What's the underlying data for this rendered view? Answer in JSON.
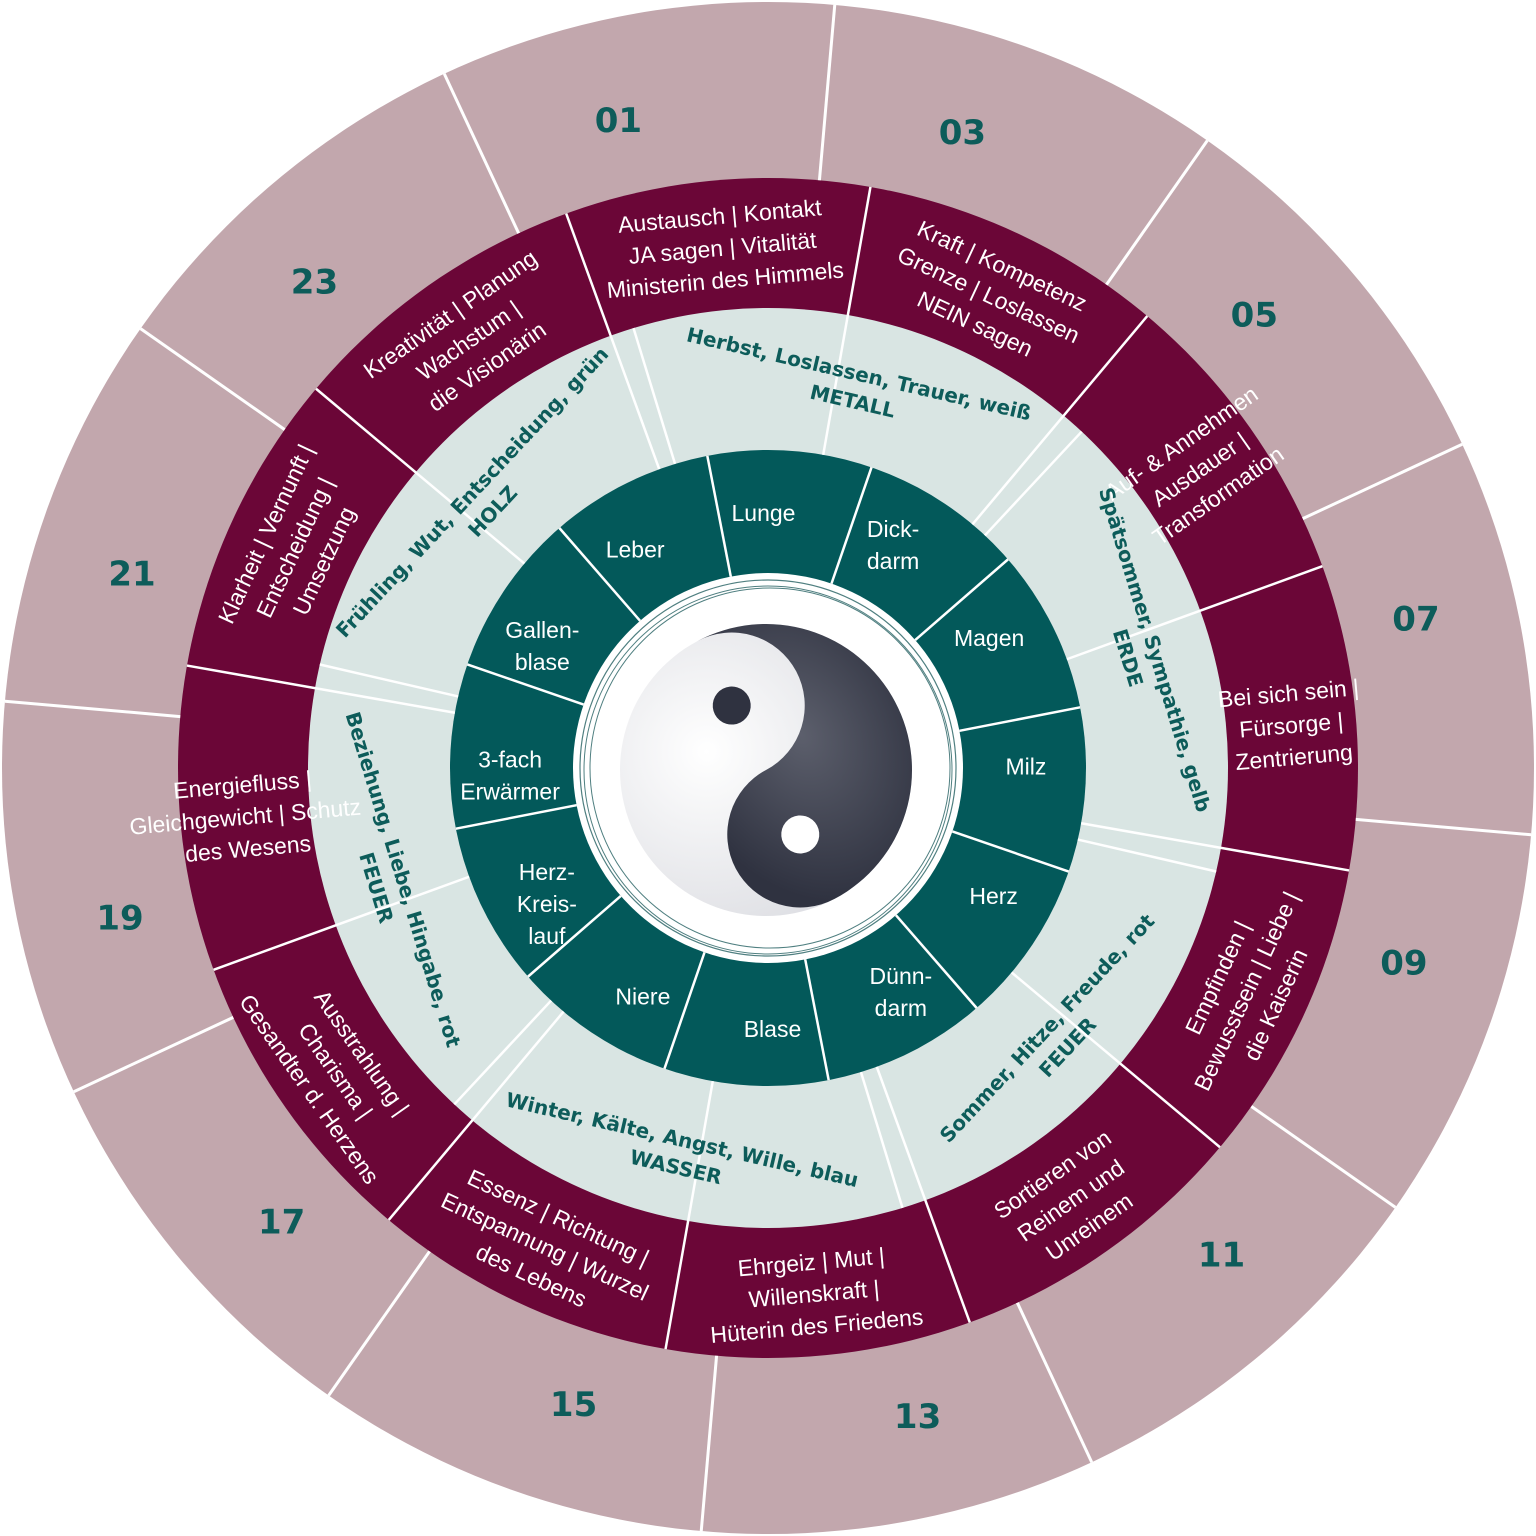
{
  "colors": {
    "outer_ring": "#c2a7ad",
    "quality_ring": "#6b0637",
    "element_ring": "#d9e5e3",
    "organ_ring": "#03595a",
    "center": "#ffffff",
    "accent_text": "#0d5c5a",
    "divider": "#ffffff"
  },
  "hours": [
    "01",
    "03",
    "05",
    "07",
    "09",
    "11",
    "13",
    "15",
    "17",
    "19",
    "21",
    "23"
  ],
  "qualities": [
    {
      "lines": [
        "Austausch | Kontakt",
        "JA sagen | Vitalität",
        "Ministerin des Himmels"
      ]
    },
    {
      "lines": [
        "Kraft | Kompetenz",
        "Grenze | Loslassen",
        "NEIN sagen"
      ]
    },
    {
      "lines": [
        "Auf- & Annehmen",
        "Ausdauer |",
        "Transformation"
      ]
    },
    {
      "lines": [
        "Bei sich sein |",
        "Fürsorge |",
        "Zentrierung"
      ]
    },
    {
      "lines": [
        "Empfinden |",
        "Bewusstsein | Liebe |",
        "die Kaiserin"
      ]
    },
    {
      "lines": [
        "Sortieren von",
        "Reinem und",
        "Unreinem"
      ]
    },
    {
      "lines": [
        "Ehrgeiz | Mut |",
        "Willenskraft |",
        "Hüterin des Friedens"
      ]
    },
    {
      "lines": [
        "Essenz | Richtung |",
        "Entspannung | Wurzel",
        "des Lebens"
      ]
    },
    {
      "lines": [
        "Ausstrahlung |",
        "Charisma |",
        "Gesandter d. Herzens"
      ]
    },
    {
      "lines": [
        "Energiefluss |",
        "Gleichgewicht | Schutz",
        "des Wesens"
      ]
    },
    {
      "lines": [
        "Klarheit | Vernunft |",
        "Entscheidung |",
        "Umsetzung"
      ]
    },
    {
      "lines": [
        "Kreativität | Planung",
        "Wachstum |",
        "die Visionärin"
      ]
    }
  ],
  "elements": [
    {
      "lines": [
        "Herbst, Loslassen, Trauer, weiß",
        "METALL"
      ]
    },
    {
      "lines": [
        "Spätsommer, Sympathie, gelb",
        "ERDE"
      ]
    },
    {
      "lines": [
        "Sommer, Hitze, Freude, rot",
        "FEUER"
      ]
    },
    {
      "lines": [
        "Winter, Kälte, Angst, Wille, blau",
        "WASSER"
      ]
    },
    {
      "lines": [
        "Beziehung, Liebe, Hingabe, rot",
        "FEUER"
      ]
    },
    {
      "lines": [
        "Frühling, Wut, Entscheidung, grün",
        "HOLZ"
      ]
    }
  ],
  "organs": [
    {
      "lines": [
        "Lunge"
      ]
    },
    {
      "lines": [
        "Dick-",
        "darm"
      ]
    },
    {
      "lines": [
        "Magen"
      ]
    },
    {
      "lines": [
        "Milz"
      ]
    },
    {
      "lines": [
        "Herz"
      ]
    },
    {
      "lines": [
        "Dünn-",
        "darm"
      ]
    },
    {
      "lines": [
        "Blase"
      ]
    },
    {
      "lines": [
        "Niere"
      ]
    },
    {
      "lines": [
        "Herz-",
        "Kreis-",
        "lauf"
      ]
    },
    {
      "lines": [
        "3-fach",
        "Erwärmer"
      ]
    },
    {
      "lines": [
        "Gallen-",
        "blase"
      ]
    },
    {
      "lines": [
        "Leber"
      ]
    }
  ],
  "center_icon": "yin-yang-icon"
}
